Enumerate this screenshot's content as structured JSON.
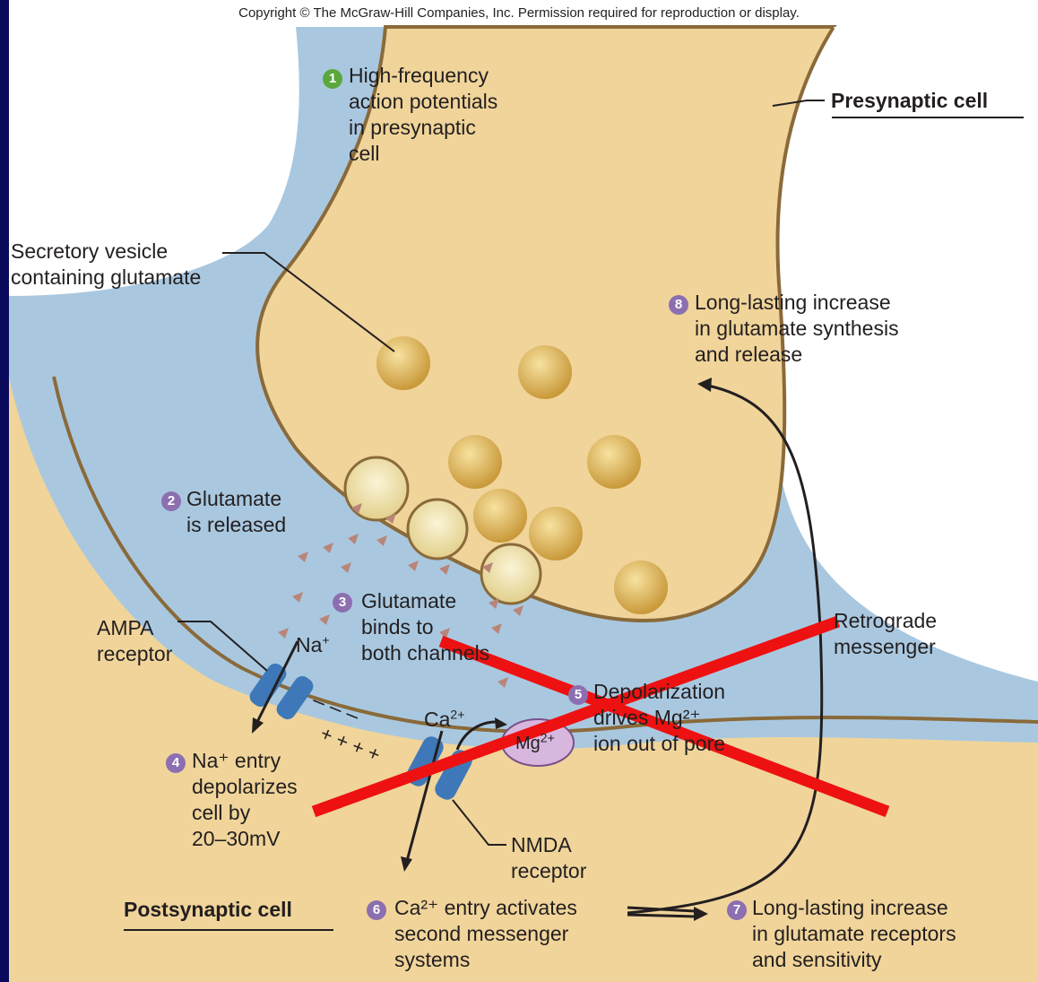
{
  "copyright": "Copyright © The McGraw-Hill Companies, Inc. Permission required for reproduction or display.",
  "labels": {
    "presynaptic_cell": "Presynaptic cell",
    "postsynaptic_cell": "Postsynaptic cell",
    "vesicle": "Secretory vesicle\ncontaining glutamate",
    "ampa": "AMPA\nreceptor",
    "nmda": "NMDA\nreceptor",
    "retrograde": "Retrograde\nmessenger",
    "na_ion": "Na",
    "ca_ion": "Ca",
    "mg_ion": "Mg",
    "minus_signs": "– – –",
    "plus_signs": "+ + + +"
  },
  "steps": [
    {
      "n": "1",
      "text": "High-frequency\naction potentials\nin presynaptic\ncell"
    },
    {
      "n": "2",
      "text": "Glutamate\nis released"
    },
    {
      "n": "3",
      "text": "Glutamate\nbinds to\nboth channels"
    },
    {
      "n": "4",
      "text": "Na⁺ entry\ndepolarizes\ncell by\n20–30mV"
    },
    {
      "n": "5",
      "text": "Depolarization\ndrives Mg²⁺\nion out of pore"
    },
    {
      "n": "6",
      "text": "Ca²⁺ entry activates\nsecond messenger\nsystems"
    },
    {
      "n": "7",
      "text": "Long-lasting increase\nin glutamate receptors\nand sensitivity"
    },
    {
      "n": "8",
      "text": "Long-lasting increase\nin glutamate synthesis\nand release"
    }
  ],
  "colors": {
    "background": "#0a0a5c",
    "cell": "#f0d49a",
    "cleft": "#a9c8e0",
    "membrane": "#8a6a3a",
    "cross": "#ee1111",
    "receptor": "#3f78b8",
    "vesicle": "#d9b04e"
  }
}
